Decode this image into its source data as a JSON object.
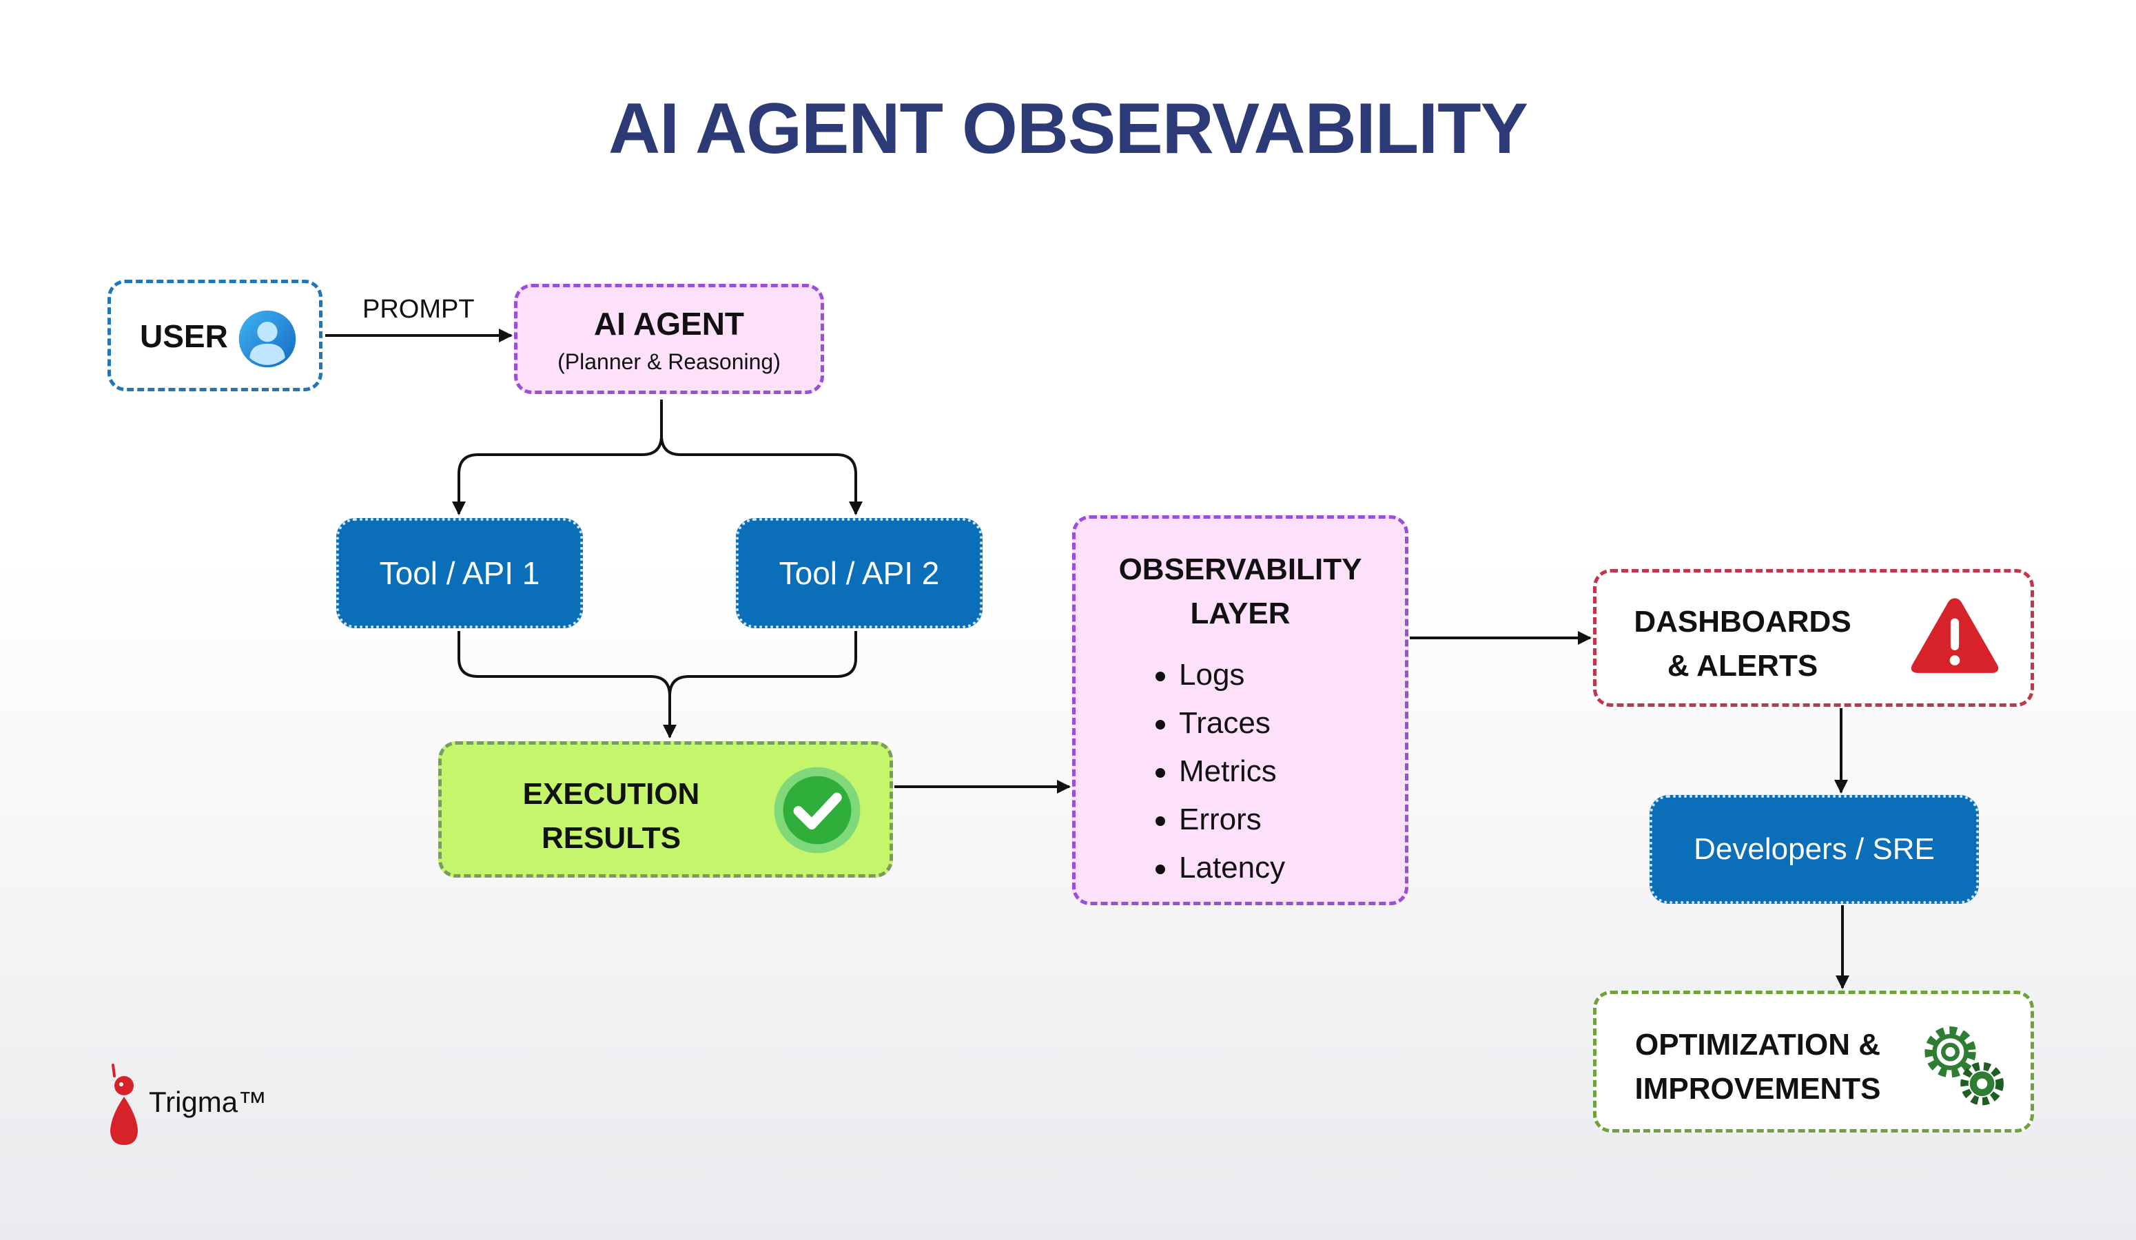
{
  "title": "AI AGENT OBSERVABILITY",
  "user": {
    "label": "USER",
    "icon": "user-avatar-icon"
  },
  "prompt_label": "PROMPT",
  "agent": {
    "title": "AI AGENT",
    "subtitle": "(Planner & Reasoning)"
  },
  "tools": [
    {
      "label": "Tool / API 1"
    },
    {
      "label": "Tool / API 2"
    }
  ],
  "execution": {
    "line1": "EXECUTION",
    "line2": "RESULTS",
    "icon": "check-icon"
  },
  "observability": {
    "line1": "OBSERVABILITY",
    "line2": "LAYER",
    "items": [
      "Logs",
      "Traces",
      "Metrics",
      "Errors",
      "Latency"
    ]
  },
  "dashboards": {
    "line1": "DASHBOARDS",
    "line2": "& ALERTS",
    "icon": "warning-icon"
  },
  "developers": {
    "label": "Developers / SRE"
  },
  "optimization": {
    "line1": "OPTIMIZATION &",
    "line2": "IMPROVEMENTS",
    "icon": "gears-icon"
  },
  "logo": {
    "text": "Trigma™"
  },
  "colors": {
    "title": "#2c3a78",
    "blue_box": "#0a6eb8",
    "pink_box": "#fde1fb",
    "purple_border": "#9b4ddb",
    "green_box": "#c4f56b",
    "red_border": "#c2364a",
    "green_border": "#6fa33a",
    "user_border": "#1f76b8"
  }
}
